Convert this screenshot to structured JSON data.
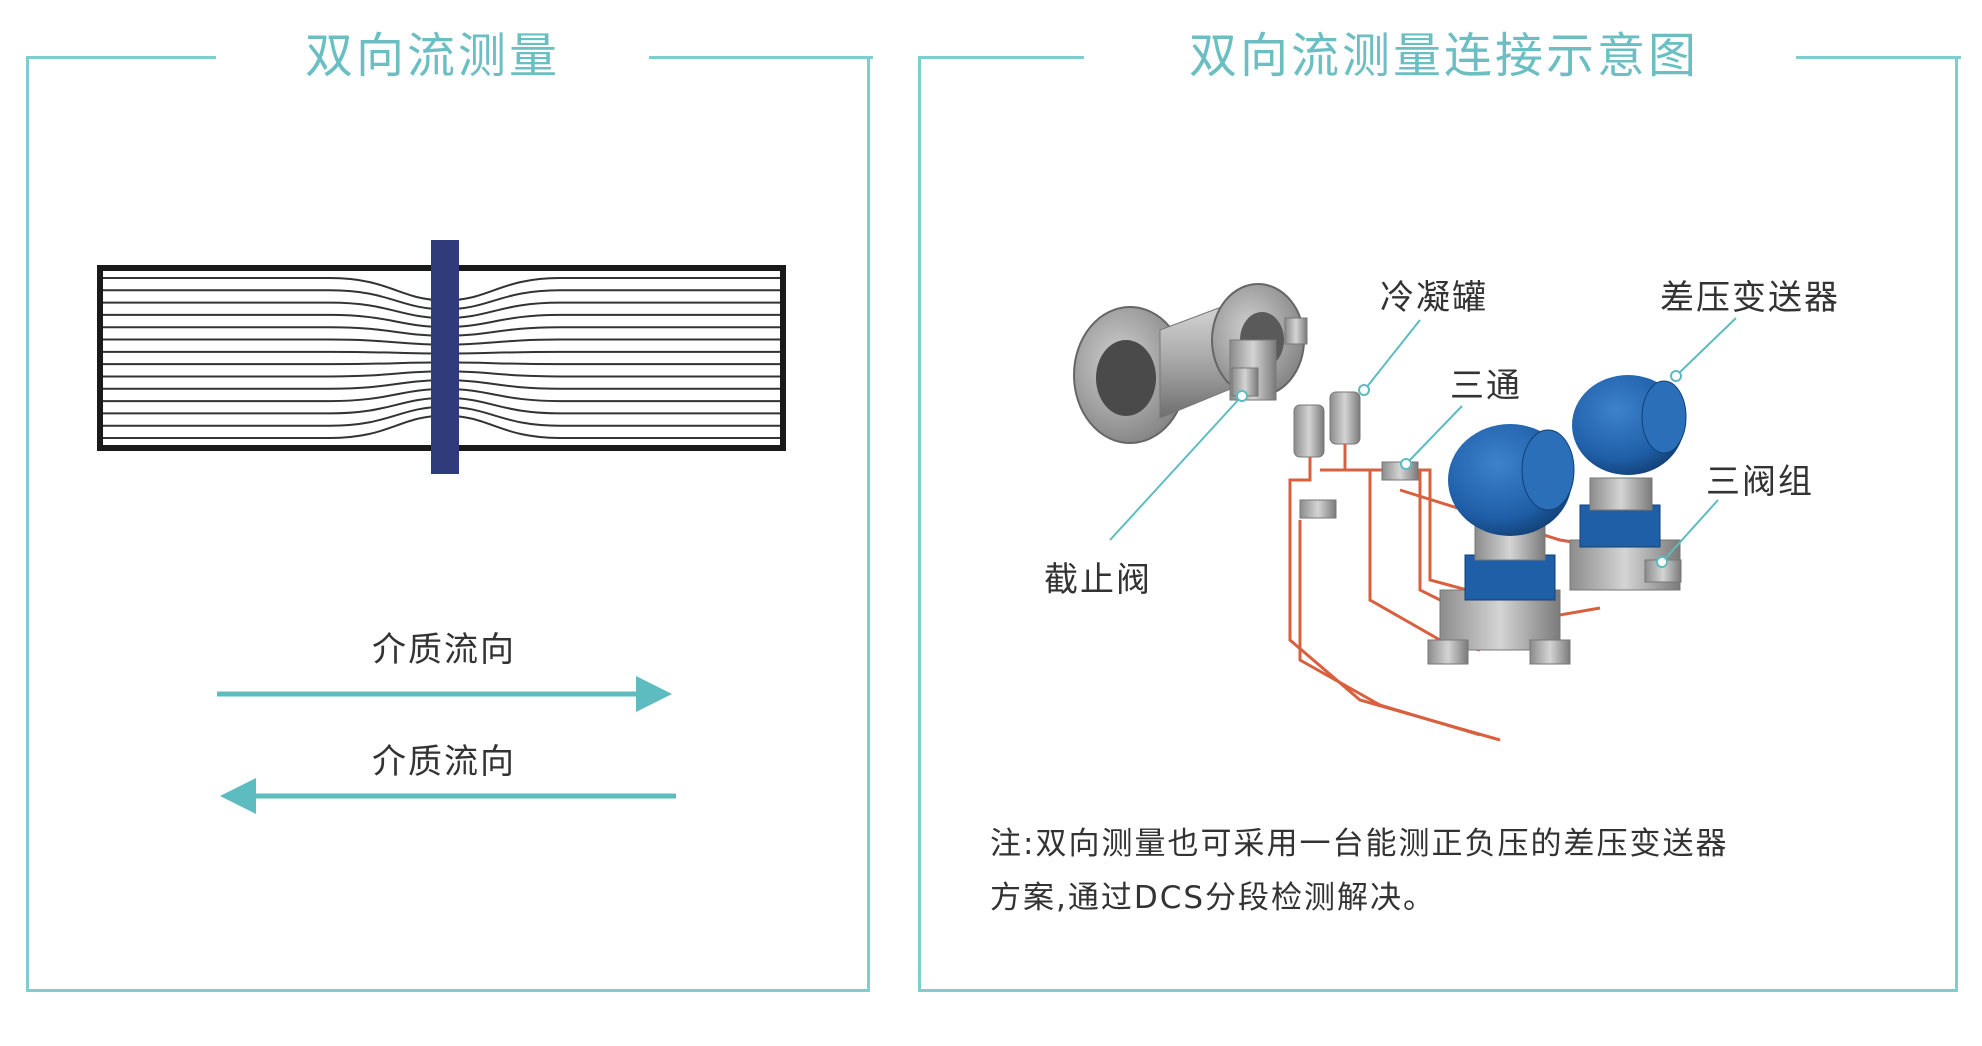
{
  "left": {
    "title": "双向流测量",
    "flow_label_forward": "介质流向",
    "flow_label_reverse": "介质流向"
  },
  "right": {
    "title": "双向流测量连接示意图",
    "callouts": {
      "condenser": "冷凝罐",
      "transmitter": "差压变送器",
      "tee": "三通",
      "manifold": "三阀组",
      "stop_valve": "截止阀"
    },
    "note_line1": "注:双向测量也可采用一台能测正负压的差压变送器",
    "note_line2": "方案,通过DCS分段检测解决。"
  },
  "colors": {
    "accent": "#7fcdcf",
    "arrow": "#5cbcbf",
    "plate": "#2f3b7a",
    "impulse_line": "#d9603f",
    "transmitter": "#1f5fa8"
  }
}
